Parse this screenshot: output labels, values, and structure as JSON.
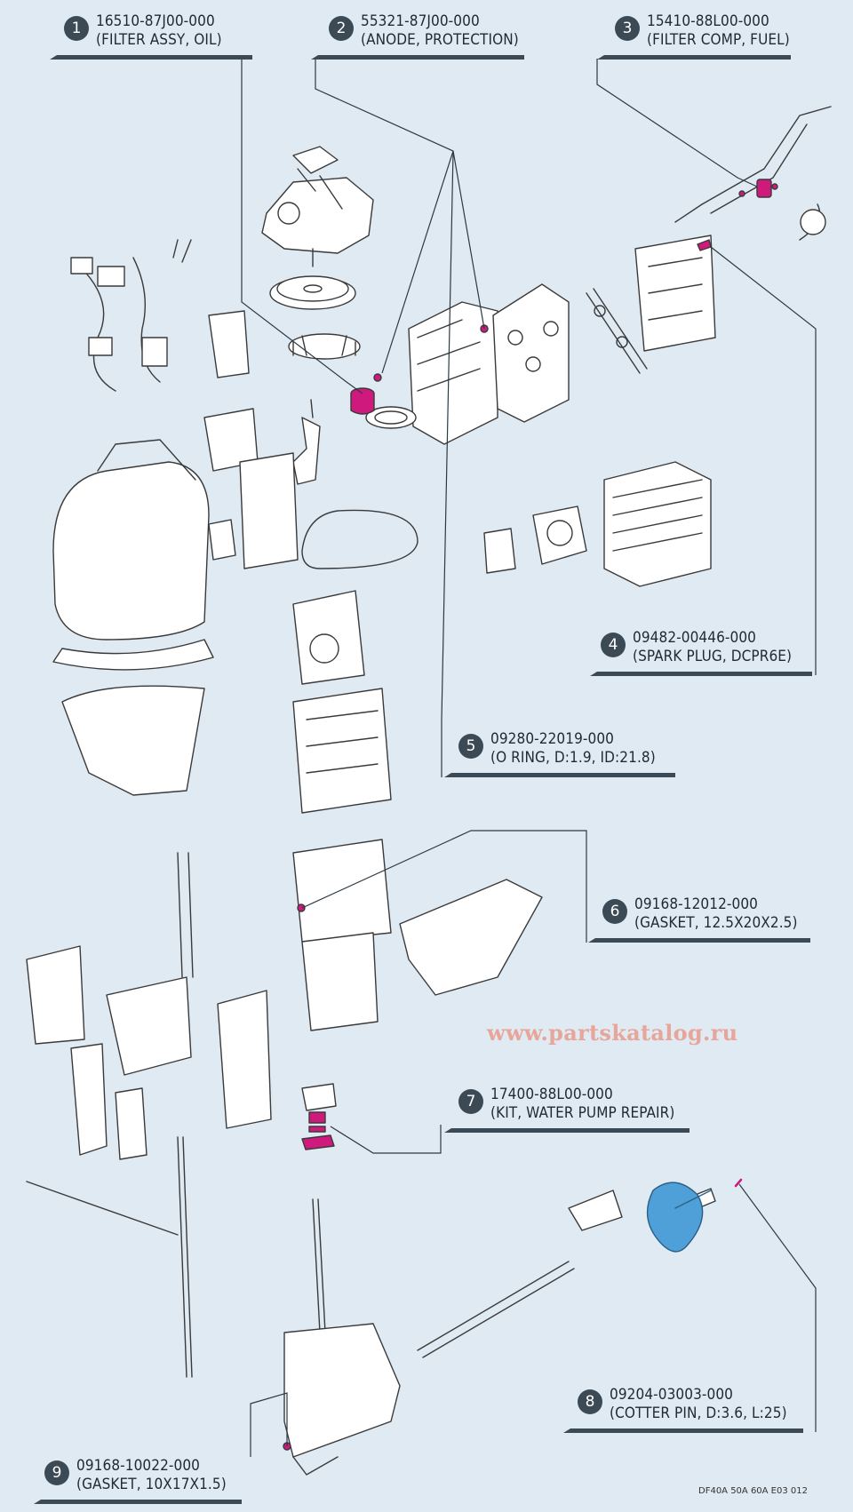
{
  "callouts": [
    {
      "num": "1",
      "part": "16510-87J00-000",
      "desc": "(FILTER ASSY, OIL)"
    },
    {
      "num": "2",
      "part": "55321-87J00-000",
      "desc": "(ANODE, PROTECTION)"
    },
    {
      "num": "3",
      "part": "15410-88L00-000",
      "desc": "(FILTER COMP, FUEL)"
    },
    {
      "num": "4",
      "part": "09482-00446-000",
      "desc": "(SPARK PLUG, DCPR6E)"
    },
    {
      "num": "5",
      "part": "09280-22019-000",
      "desc": "(O RING, D:1.9, ID:21.8)"
    },
    {
      "num": "6",
      "part": "09168-12012-000",
      "desc": "(GASKET, 12.5X20X2.5)"
    },
    {
      "num": "7",
      "part": "17400-88L00-000",
      "desc": "(KIT, WATER PUMP REPAIR)"
    },
    {
      "num": "8",
      "part": "09204-03003-000",
      "desc": "(COTTER PIN, D:3.6, L:25)"
    },
    {
      "num": "9",
      "part": "09168-10022-000",
      "desc": "(GASKET, 10X17X1.5)"
    }
  ],
  "watermark": "www.partskatalog.ru",
  "figure_code": "DF40A 50A 60A E03 012",
  "colors": {
    "background": "#dfeaf3",
    "line_art": "#3a3a3a",
    "highlight_part": "#d0197d",
    "propeller": "#4f9fd8",
    "badge": "#3b4a55"
  }
}
